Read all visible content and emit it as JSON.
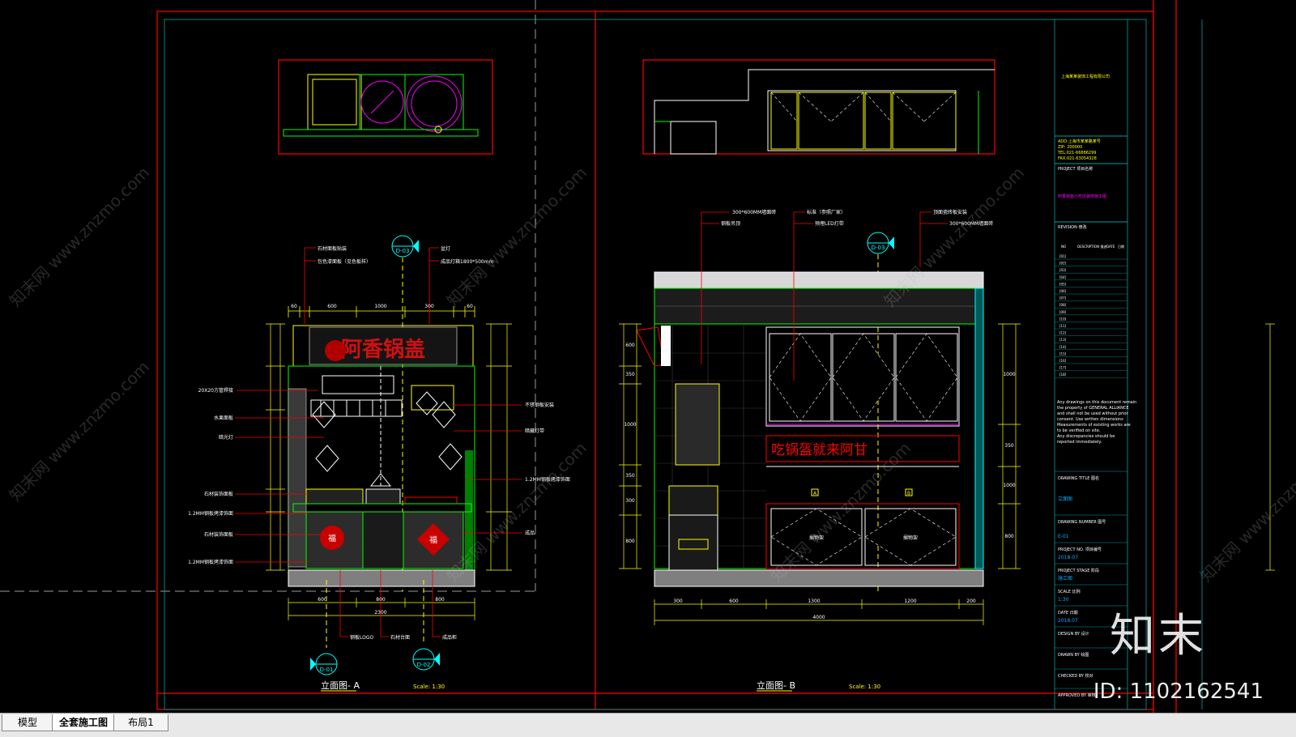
{
  "colors": {
    "frame": "#ff0000",
    "cyan": "#00ffff",
    "yellow": "#ffff00",
    "green": "#00ff00",
    "white": "#ffffff",
    "magenta": "#ff00ff",
    "grey": "#808080"
  },
  "left_plan": {
    "label": "立面图- A",
    "scale": "Scale: 1:30",
    "callouts": [
      "D-03",
      "D-01",
      "D-02"
    ]
  },
  "right_plan": {
    "label": "立面图- B",
    "scale": "Scale: 1:30",
    "callouts": [
      "D-03"
    ]
  },
  "left_elev": {
    "sign_text": "阿香锅盖",
    "top_dims": [
      "60",
      "600",
      "1000",
      "300",
      "60"
    ],
    "bottom_dims": [
      "600",
      "800",
      "800",
      "2300"
    ],
    "notes_top": [
      "石材面板贴装",
      "包色漆面板（见色板样）",
      "盆灯",
      "成品灯箱1800*500mm"
    ],
    "notes_left": [
      "20X20方管焊接",
      "水果面板",
      "暗光灯",
      "石材装饰面板",
      "1.2MM钢板烤漆饰面",
      "石材装饰面板",
      "1.2MM钢板烤漆饰面"
    ],
    "notes_right": [
      "不锈钢板安装",
      "暗藏灯带",
      "1.2MM钢板烤漆饰面",
      "成品"
    ],
    "notes_bottom": [
      "钢板LOGO",
      "石材台面",
      "成品柜"
    ],
    "logo_chars": [
      "福",
      "福"
    ]
  },
  "right_elev": {
    "banner_text": "吃锅盔就来阿甘",
    "top_notes": [
      "300*600MM墙面砖",
      "钢板吊顶",
      "标准（参照厂家）",
      "预埋LED灯带",
      "顶面瓷砖板安装",
      "300*600MM墙面砖"
    ],
    "dims_bottom": [
      "300",
      "600",
      "1300",
      "1200",
      "200",
      "4000"
    ],
    "dims_left": [
      "600",
      "350",
      "1000",
      "350",
      "300",
      "800"
    ],
    "dims_right": [
      "1000",
      "350",
      "1000",
      "800"
    ],
    "cabinet_labels": [
      "搁物架",
      "搁物架"
    ],
    "markers": [
      "A",
      "B"
    ]
  },
  "title_block": {
    "company": "上海某某装饰工程有限公司",
    "address_lines": [
      "ADD:上海市某某路某号",
      "ZIP: 200000",
      "TEL:021-66886299",
      "FAX:021-63054328"
    ],
    "project_label": "PROJECT 项目名称",
    "project_name": "阿香锅盔小吃店装修施工图",
    "revision_label": "REVISION 修改",
    "rev_header": [
      "NO",
      "DESCRIPTION 描述",
      "DATE",
      "日期"
    ],
    "rev_rows": [
      "[01]",
      "[02]",
      "[03]",
      "[04]",
      "[05]",
      "[06]",
      "[07]",
      "[08]",
      "[09]",
      "[10]",
      "[11]",
      "[12]",
      "[13]",
      "[14]",
      "[15]",
      "[16]",
      "[17]",
      "[18]"
    ],
    "notes": [
      "Any drawings on this document remain",
      "the property of GENERAL ALLIANCE",
      "and shall not be used without prior",
      "consent. Use written dimensions",
      "Measurements of existing works are",
      "to be verified on site.",
      "Any discrepancies should be",
      "reported immediately."
    ],
    "drawing_title_label": "DRAWING TITLE 图名",
    "drawing_title": "立面图",
    "drawing_number_label": "DRAWING NUMBER 图号",
    "drawing_number": "E-01",
    "project_no_label": "PROJECT NO. 项目编号",
    "project_no": "2018-07",
    "project_stage_label": "PROJECT STAGE 阶段",
    "project_stage": "施工图",
    "scale_label": "SCALE 比例",
    "scale": "1:30",
    "date_label": "DATE 日期",
    "date": "2018.07",
    "design_by": "DESIGN BY 设计",
    "drawn_by": "DRAWN BY 绘图",
    "checked_by": "CHECKED BY 校对",
    "approved_by": "APPROVED BY 审核"
  },
  "watermark": {
    "logo": "知末",
    "id": "ID: 1102162541",
    "diag": "知末网 www.znzmo.com"
  },
  "tabs": [
    {
      "label": "模型",
      "active": false
    },
    {
      "label": "全套施工图",
      "active": true
    },
    {
      "label": "布局1",
      "active": false
    }
  ]
}
